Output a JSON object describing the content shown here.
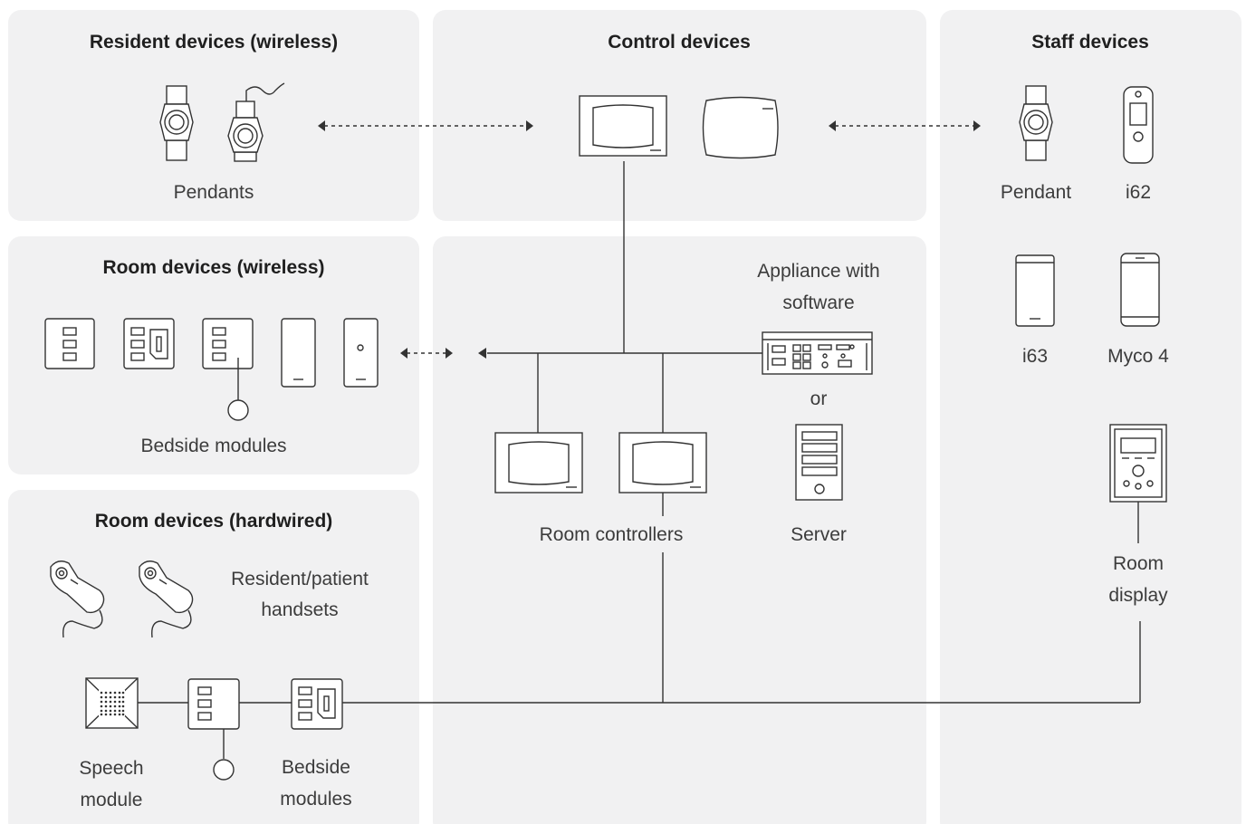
{
  "panels": {
    "resident_wireless": {
      "title": "Resident devices (wireless)",
      "pendants_label": "Pendants"
    },
    "control": {
      "title": "Control devices"
    },
    "staff": {
      "title": "Staff devices",
      "pendant_label": "Pendant",
      "i62_label": "i62",
      "i63_label": "i63",
      "myco_label": "Myco 4",
      "room_display_line1": "Room",
      "room_display_line2": "display"
    },
    "room_wireless": {
      "title": "Room devices (wireless)",
      "bedside_label": "Bedside modules"
    },
    "room_hardwired": {
      "title": "Room devices (hardwired)",
      "handsets_line1": "Resident/patient",
      "handsets_line2": "handsets",
      "speech_line1": "Speech",
      "speech_line2": "module",
      "bedside_line1": "Bedside",
      "bedside_line2": "modules"
    },
    "network": {
      "appliance_line1": "Appliance with",
      "appliance_line2": "software",
      "or_label": "or",
      "room_controllers_label": "Room controllers",
      "server_label": "Server"
    }
  },
  "colors": {
    "panel_bg": "#f1f1f2",
    "stroke": "#333333"
  }
}
